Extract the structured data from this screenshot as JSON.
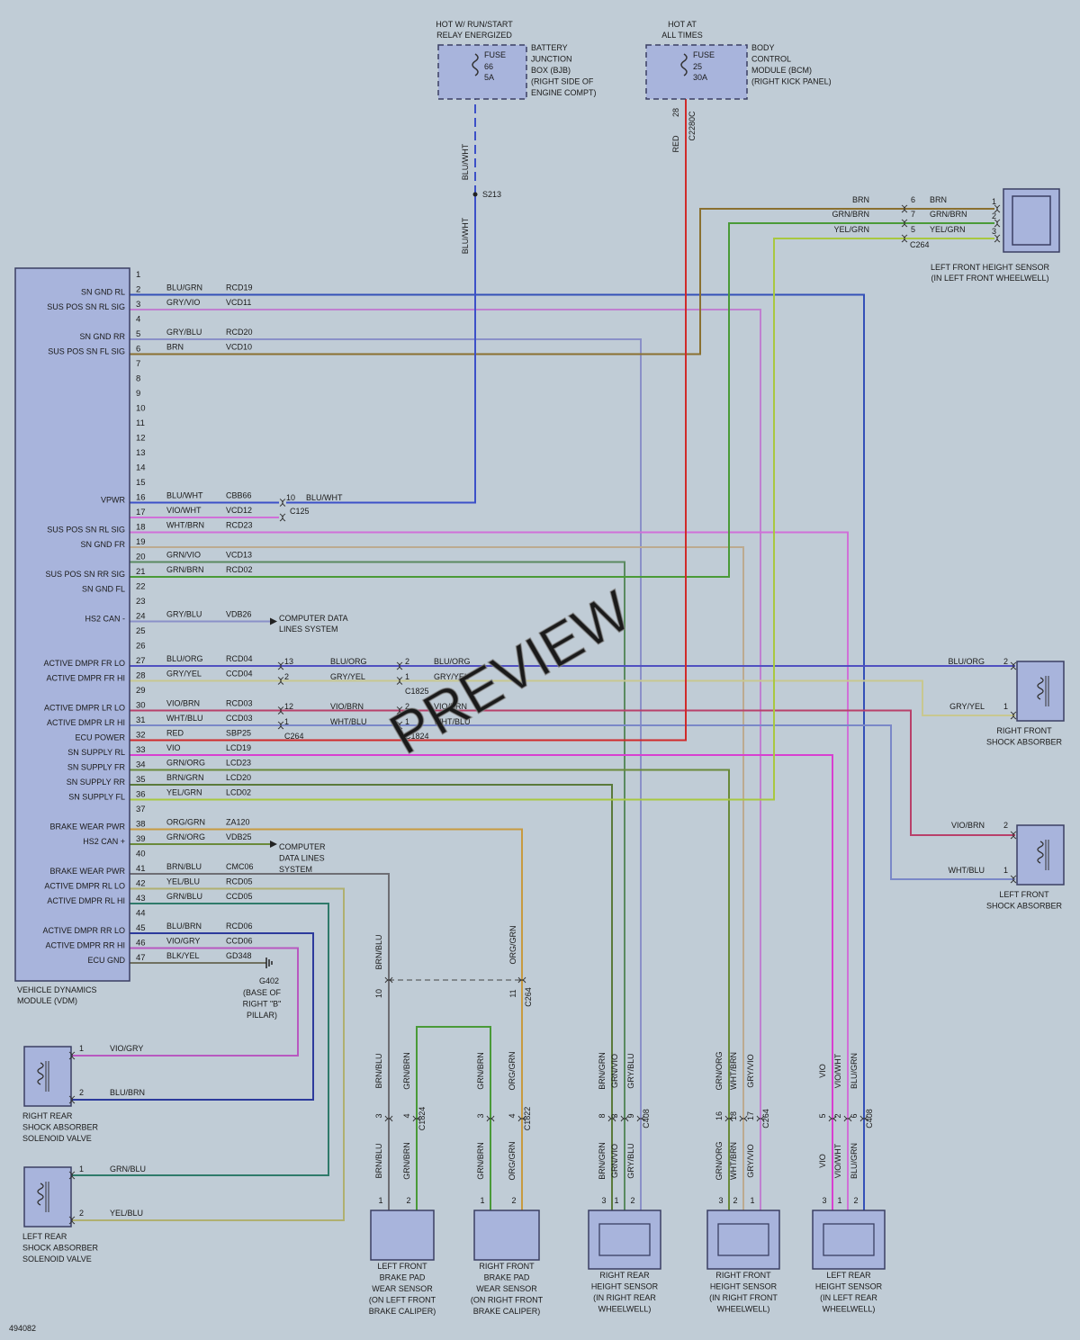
{
  "figure_id": "494082",
  "watermark": "PREVIEW",
  "colors": {
    "background": "#c0ccd6",
    "component_fill": "#a8b4dc",
    "outline": "#3a3f63",
    "wire_palette": {
      "BLU": "#2828a8",
      "BLU/GRN": "#3450b8",
      "BLU/WHT": "#3c50c8",
      "BLU/ORG": "#5050c0",
      "BLU/BRN": "#2c3a9c",
      "GRY/VIO": "#c080d0",
      "GRY/BLU": "#8a90c8",
      "GRY/YEL": "#c8c890",
      "BRN": "#8a7030",
      "BRN/BLU": "#6e6e74",
      "BRN/GRN": "#5a7a3a",
      "BRN/WHT": "#8a7a60",
      "VIO/WHT": "#d070d8",
      "VIO/BRN": "#b8406a",
      "VIO/GRY": "#b858c0",
      "VIO": "#d840d0",
      "WHT/BRN": "#bcaa90",
      "WHT/BLU": "#7a88c8",
      "GRN/VIO": "#5a8a60",
      "GRN/BRN": "#4a9a38",
      "GRN/ORG": "#6a8a3a",
      "GRN/BLU": "#2f7a6a",
      "YEL/GRN": "#a8c840",
      "YEL/BLU": "#b0b070",
      "RED": "#d02a2a",
      "ORG/GRN": "#c89a40",
      "BLK/YEL": "#707060",
      "WHT/BLU2": "#8890c8"
    }
  },
  "fuses": [
    {
      "header_1": "HOT W/ RUN/START",
      "header_2": "RELAY ENERGIZED",
      "fuse_label": "FUSE",
      "fuse_num": "66",
      "fuse_amp": "5A",
      "desc": [
        "BATTERY",
        "JUNCTION",
        "BOX (BJB)",
        "(RIGHT SIDE OF",
        "ENGINE COMPT)"
      ]
    },
    {
      "header_1": "HOT AT",
      "header_2": "ALL TIMES",
      "fuse_label": "FUSE",
      "fuse_num": "25",
      "fuse_amp": "30A",
      "desc": [
        "BODY",
        "CONTROL",
        "MODULE (BCM)",
        "(RIGHT KICK PANEL)"
      ]
    }
  ],
  "bcm_pin": {
    "wire": "RED",
    "pin": "28",
    "connector": "C2280C"
  },
  "splice": {
    "name": "S213",
    "wire": "BLU/WHT"
  },
  "vdm": {
    "name": [
      "VEHICLE DYNAMICS",
      "MODULE (VDM)"
    ],
    "pins": [
      {
        "n": "1"
      },
      {
        "n": "2",
        "func": "SN GND RL",
        "color": "BLU/GRN",
        "circuit": "RCD19"
      },
      {
        "n": "3",
        "func": "SUS POS SN RL SIG",
        "color": "GRY/VIO",
        "circuit": "VCD11"
      },
      {
        "n": "4"
      },
      {
        "n": "5",
        "func": "SN GND RR",
        "color": "GRY/BLU",
        "circuit": "RCD20"
      },
      {
        "n": "6",
        "func": "SUS POS SN FL SIG",
        "color": "BRN",
        "circuit": "VCD10"
      },
      {
        "n": "7"
      },
      {
        "n": "8"
      },
      {
        "n": "9"
      },
      {
        "n": "10"
      },
      {
        "n": "11"
      },
      {
        "n": "12"
      },
      {
        "n": "13"
      },
      {
        "n": "14"
      },
      {
        "n": "15"
      },
      {
        "n": "16",
        "func": "VPWR",
        "color": "BLU/WHT",
        "circuit": "CBB66"
      },
      {
        "n": "17",
        "func": "",
        "color": "VIO/WHT",
        "circuit": "VCD12"
      },
      {
        "n": "18",
        "func": "SUS POS SN RL SIG",
        "color": "WHT/BRN",
        "circuit": "RCD23"
      },
      {
        "n": "19",
        "func": "SN GND FR"
      },
      {
        "n": "20",
        "func": "",
        "color": "GRN/VIO",
        "circuit": "VCD13"
      },
      {
        "n": "21",
        "func": "SUS POS SN RR SIG",
        "color": "GRN/BRN",
        "circuit": "RCD02"
      },
      {
        "n": "22",
        "func": "SN GND FL"
      },
      {
        "n": "23"
      },
      {
        "n": "24",
        "func": "HS2 CAN -",
        "color": "GRY/BLU",
        "circuit": "VDB26"
      },
      {
        "n": "25"
      },
      {
        "n": "26"
      },
      {
        "n": "27",
        "func": "ACTIVE DMPR FR LO",
        "color": "BLU/ORG",
        "circuit": "RCD04"
      },
      {
        "n": "28",
        "func": "ACTIVE DMPR FR HI",
        "color": "GRY/YEL",
        "circuit": "CCD04"
      },
      {
        "n": "29"
      },
      {
        "n": "30",
        "func": "ACTIVE DMPR LR LO",
        "color": "VIO/BRN",
        "circuit": "RCD03"
      },
      {
        "n": "31",
        "func": "ACTIVE DMPR LR HI",
        "color": "WHT/BLU",
        "circuit": "CCD03"
      },
      {
        "n": "32",
        "func": "ECU POWER",
        "color": "RED",
        "circuit": "SBP25"
      },
      {
        "n": "33",
        "func": "SN SUPPLY RL",
        "color": "VIO",
        "circuit": "LCD19"
      },
      {
        "n": "34",
        "func": "SN SUPPLY FR",
        "color": "GRN/ORG",
        "circuit": "LCD23"
      },
      {
        "n": "35",
        "func": "SN SUPPLY RR",
        "color": "BRN/GRN",
        "circuit": "LCD20"
      },
      {
        "n": "36",
        "func": "SN SUPPLY FL",
        "color": "YEL/GRN",
        "circuit": "LCD02"
      },
      {
        "n": "37"
      },
      {
        "n": "38",
        "func": "BRAKE WEAR PWR",
        "color": "ORG/GRN",
        "circuit": "ZA120"
      },
      {
        "n": "39",
        "func": "HS2 CAN +",
        "color": "GRN/ORG",
        "circuit": "VDB25"
      },
      {
        "n": "40"
      },
      {
        "n": "41",
        "func": "BRAKE WEAR PWR",
        "color": "BRN/BLU",
        "circuit": "CMC06"
      },
      {
        "n": "42",
        "func": "ACTIVE DMPR RL LO",
        "color": "YEL/BLU",
        "circuit": "RCD05"
      },
      {
        "n": "43",
        "func": "ACTIVE DMPR RL HI",
        "color": "GRN/BLU",
        "circuit": "CCD05"
      },
      {
        "n": "44"
      },
      {
        "n": "45",
        "func": "ACTIVE DMPR RR LO",
        "color": "BLU/BRN",
        "circuit": "RCD06"
      },
      {
        "n": "46",
        "func": "ACTIVE DMPR RR HI",
        "color": "VIO/GRY",
        "circuit": "CCD06"
      },
      {
        "n": "47",
        "func": "ECU GND",
        "color": "BLK/YEL",
        "circuit": "GD348"
      }
    ]
  },
  "c125": {
    "pin": "10",
    "color": "BLU/WHT",
    "name": "C125"
  },
  "computer_data_1": [
    "COMPUTER DATA",
    "LINES SYSTEM"
  ],
  "computer_data_2": [
    "COMPUTER",
    "DATA LINES",
    "SYSTEM"
  ],
  "c1825": {
    "name": "C1825",
    "rows": [
      {
        "in": "13",
        "color_mid": "BLU/ORG",
        "out": "2",
        "color_out": "BLU/ORG"
      },
      {
        "in": "2",
        "color_mid": "GRY/YEL",
        "out": "1",
        "color_out": "GRY/YEL"
      }
    ]
  },
  "c264_mid": {
    "name": "C264",
    "rows": [
      {
        "in": "12",
        "color_mid": "VIO/BRN",
        "out": "2",
        "color_out": "VIO/BRN"
      },
      {
        "in": "1",
        "color_mid": "WHT/BLU",
        "out": "1",
        "color_out": "WHT/BLU"
      }
    ],
    "name2": "C1824"
  },
  "ground": {
    "name": "G402",
    "loc": [
      "(BASE OF",
      "RIGHT \"B\"",
      "PILLAR)"
    ]
  },
  "lf_height": {
    "name": [
      "LEFT FRONT HEIGHT SENSOR",
      "(IN LEFT FRONT WHEELWELL)"
    ],
    "connector": "C264",
    "rows": [
      {
        "color_in": "BRN",
        "in": "6",
        "color_out": "BRN",
        "out": "1"
      },
      {
        "color_in": "GRN/BRN",
        "in": "7",
        "color_out": "GRN/BRN",
        "out": "2"
      },
      {
        "color_in": "YEL/GRN",
        "in": "5",
        "color_out": "YEL/GRN",
        "out": "3"
      }
    ]
  },
  "rf_shock": {
    "name": [
      "RIGHT FRONT",
      "SHOCK ABSORBER"
    ],
    "pins": [
      {
        "color": "BLU/ORG",
        "n": "2"
      },
      {
        "color": "GRY/YEL",
        "n": "1"
      }
    ]
  },
  "lf_shock": {
    "name": [
      "LEFT FRONT",
      "SHOCK ABSORBER"
    ],
    "pins": [
      {
        "color": "VIO/BRN",
        "n": "2"
      },
      {
        "color": "WHT/BLU",
        "n": "1"
      }
    ]
  },
  "rr_solenoid": {
    "name": [
      "RIGHT REAR",
      "SHOCK ABSORBER",
      "SOLENOID VALVE"
    ],
    "pins": [
      {
        "n": "1",
        "color": "VIO/GRY"
      },
      {
        "n": "2",
        "color": "BLU/BRN"
      }
    ]
  },
  "lr_solenoid": {
    "name": [
      "LEFT REAR",
      "SHOCK ABSORBER",
      "SOLENOID VALVE"
    ],
    "pins": [
      {
        "n": "1",
        "color": "GRN/BLU"
      },
      {
        "n": "2",
        "color": "YEL/BLU"
      }
    ]
  },
  "c264_bottom": {
    "name": "C264",
    "pins": [
      {
        "color": "BRN/BLU",
        "n": "10"
      },
      {
        "color": "ORG/GRN",
        "n": "11"
      }
    ]
  },
  "bottom_sensors": [
    {
      "name": [
        "LEFT FRONT",
        "BRAKE PAD",
        "WEAR SENSOR",
        "(ON LEFT FRONT",
        "BRAKE CALIPER)"
      ],
      "connector": "C1824",
      "wires": [
        {
          "upper": "BRN/BLU",
          "cpin": "3",
          "lower": "BRN/BLU",
          "pin": "1"
        },
        {
          "upper": "GRN/BRN",
          "cpin": "4",
          "lower": "GRN/BRN",
          "pin": "2"
        }
      ]
    },
    {
      "name": [
        "RIGHT FRONT",
        "BRAKE PAD",
        "WEAR SENSOR",
        "(ON RIGHT FRONT",
        "BRAKE CALIPER)"
      ],
      "connector": "C1822",
      "wires": [
        {
          "upper": "GRN/BRN",
          "cpin": "3",
          "lower": "GRN/BRN",
          "pin": "1"
        },
        {
          "upper": "ORG/GRN",
          "cpin": "4",
          "lower": "ORG/GRN",
          "pin": "2"
        }
      ]
    },
    {
      "name": [
        "RIGHT REAR",
        "HEIGHT SENSOR",
        "(IN RIGHT REAR",
        "WHEELWELL)"
      ],
      "connector": "C408",
      "wires": [
        {
          "upper": "BRN/GRN",
          "cpin": "8",
          "lower": "BRN/GRN",
          "pin": "3"
        },
        {
          "upper": "GRN/VIO",
          "cpin": "3",
          "lower": "GRN/VIO",
          "pin": "1"
        },
        {
          "upper": "GRY/BLU",
          "cpin": "9",
          "lower": "GRY/BLU",
          "pin": "2"
        }
      ]
    },
    {
      "name": [
        "RIGHT FRONT",
        "HEIGHT SENSOR",
        "(IN RIGHT FRONT",
        "WHEELWELL)"
      ],
      "connector": "C264",
      "wires": [
        {
          "upper": "GRN/ORG",
          "cpin": "16",
          "lower": "GRN/ORG",
          "pin": "3"
        },
        {
          "upper": "WHT/BRN",
          "cpin": "18",
          "lower": "WHT/BRN",
          "pin": "2"
        },
        {
          "upper": "GRY/VIO",
          "cpin": "17",
          "lower": "GRY/VIO",
          "pin": "1"
        }
      ]
    },
    {
      "name": [
        "LEFT REAR",
        "HEIGHT SENSOR",
        "(IN LEFT REAR",
        "WHEELWELL)"
      ],
      "connector": "C408",
      "wires": [
        {
          "upper": "VIO",
          "cpin": "5",
          "lower": "VIO",
          "pin": "3"
        },
        {
          "upper": "VIO/WHT",
          "cpin": "2",
          "lower": "VIO/WHT",
          "pin": "1"
        },
        {
          "upper": "BLU/GRN",
          "cpin": "6",
          "lower": "BLU/GRN",
          "pin": "2"
        }
      ]
    }
  ]
}
